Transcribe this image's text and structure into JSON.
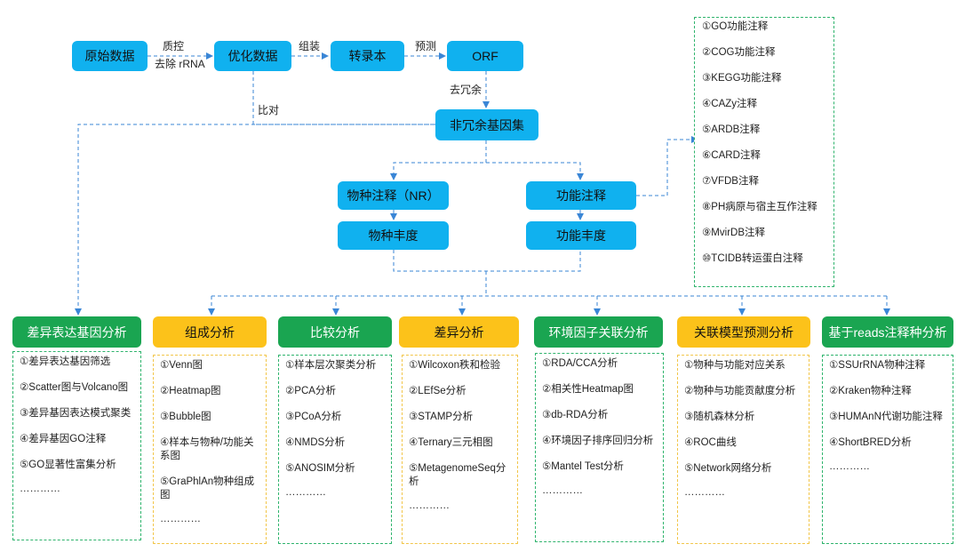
{
  "pipeline": {
    "raw_data": "原始数据",
    "qc_label_1": "质控",
    "qc_label_2": "去除 rRNA",
    "optimized_data": "优化数据",
    "assembly_label": "组装",
    "transcripts": "转录本",
    "predict_label": "预测",
    "orf": "ORF",
    "dedup_label": "去冗余",
    "align_label": "比对",
    "gene_set": "非冗余基因集",
    "species_annotation": "物种注释（NR）",
    "function_annotation": "功能注释",
    "species_abundance": "物种丰度",
    "function_abundance": "功能丰度"
  },
  "function_list": [
    "①GO功能注释",
    "②COG功能注释",
    "③KEGG功能注释",
    "④CAZy注释",
    "⑤ARDB注释",
    "⑥CARD注释",
    "⑦VFDB注释",
    "⑧PH病原与宿主互作注释",
    "⑨MvirDB注释",
    "⑩TCIDB转运蛋白注释"
  ],
  "analyses": [
    {
      "title": "差异表达基因分析",
      "style": "green",
      "items": [
        "①差异表达基因筛选",
        "②Scatter图与Volcano图",
        "③差异基因表达模式聚类",
        "④差异基因GO注释",
        "⑤GO显著性富集分析"
      ],
      "more": "…………"
    },
    {
      "title": "组成分析",
      "style": "yellow",
      "items": [
        "①Venn图",
        "②Heatmap图",
        "③Bubble图",
        "④样本与物种/功能关系图",
        "⑤GraPhlAn物种组成图"
      ],
      "more": "…………"
    },
    {
      "title": "比较分析",
      "style": "green",
      "items": [
        "①样本层次聚类分析",
        "②PCA分析",
        "③PCoA分析",
        "④NMDS分析",
        "⑤ANOSIM分析"
      ],
      "more": "…………"
    },
    {
      "title": "差异分析",
      "style": "yellow",
      "items": [
        "①Wilcoxon秩和检验",
        "②LEfSe分析",
        "③STAMP分析",
        "④Ternary三元相图",
        "⑤MetagenomeSeq分析"
      ],
      "more": "…………"
    },
    {
      "title": "环境因子关联分析",
      "style": "green",
      "items": [
        "①RDA/CCA分析",
        "②相关性Heatmap图",
        "③db-RDA分析",
        "④环境因子排序回归分析",
        "⑤Mantel Test分析"
      ],
      "more": "…………"
    },
    {
      "title": "关联模型预测分析",
      "style": "yellow",
      "items": [
        "①物种与功能对应关系",
        "②物种与功能贡献度分析",
        "③随机森林分析",
        "④ROC曲线",
        "⑤Network网络分析"
      ],
      "more": "…………"
    },
    {
      "title": "基于reads注释种分析",
      "style": "green",
      "items": [
        "①SSUrRNA物种注释",
        "②Kraken物种注释",
        "③HUMAnN代谢功能注释",
        "④ShortBRED分析"
      ],
      "more": "…………"
    }
  ],
  "colors": {
    "pipeline_box": "#10b1ef",
    "green_header": "#1aa551",
    "yellow_header": "#fcc21a",
    "connector": "#3a86d6",
    "green_border": "#2fb46d",
    "yellow_border": "#f2c64a"
  }
}
